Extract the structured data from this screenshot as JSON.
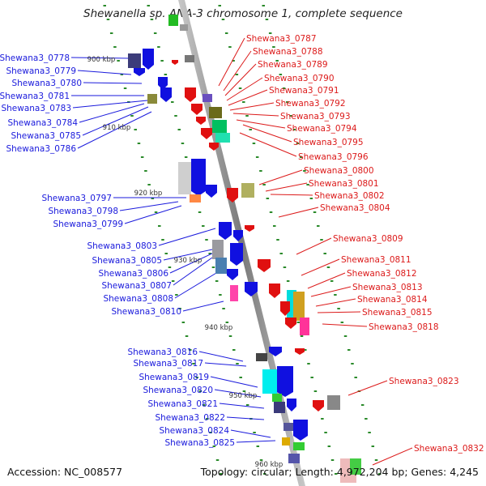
{
  "title": "Shewanella sp. ANA-3 chromosome 1, complete sequence",
  "footer": {
    "accession": "Accession: NC_008577",
    "summary": "Topology: circular; Length: 4,972,204 bp; Genes: 4,245"
  },
  "ruler": [
    {
      "label": "900 kbp"
    },
    {
      "label": "910 kbp"
    },
    {
      "label": "920 kbp"
    },
    {
      "label": "930 kbp"
    },
    {
      "label": "940 kbp"
    },
    {
      "label": "950 kbp"
    },
    {
      "label": "960 kbp"
    }
  ],
  "left_genes": [
    "Shewana3_0778",
    "Shewana3_0779",
    "Shewana3_0780",
    "Shewana3_0781",
    "Shewana3_0783",
    "Shewana3_0784",
    "Shewana3_0785",
    "Shewana3_0786",
    "Shewana3_0797",
    "Shewana3_0798",
    "Shewana3_0799",
    "Shewana3_0803",
    "Shewana3_0805",
    "Shewana3_0806",
    "Shewana3_0807",
    "Shewana3_0808",
    "Shewana3_0810",
    "Shewana3_0816",
    "Shewana3_0817",
    "Shewana3_0819",
    "Shewana3_0820",
    "Shewana3_0821",
    "Shewana3_0822",
    "Shewana3_0824",
    "Shewana3_0825"
  ],
  "right_genes": [
    "Shewana3_0787",
    "Shewana3_0788",
    "Shewana3_0789",
    "Shewana3_0790",
    "Shewana3_0791",
    "Shewana3_0792",
    "Shewana3_0793",
    "Shewana3_0794",
    "Shewana3_0795",
    "Shewana3_0796",
    "Shewana3_0800",
    "Shewana3_0801",
    "Shewana3_0802",
    "Shewana3_0804",
    "Shewana3_0809",
    "Shewana3_0811",
    "Shewana3_0812",
    "Shewana3_0813",
    "Shewana3_0814",
    "Shewana3_0815",
    "Shewana3_0818",
    "Shewana3_0823",
    "Shewana3_0832"
  ],
  "colors": {
    "backbone": "#8c8c8c",
    "left_label": "#1a1adc",
    "right_label": "#dc1a1a",
    "forward_gene": "#1010e0",
    "reverse_gene": "#e01010",
    "ruler_dots": "#2a8a2a"
  }
}
